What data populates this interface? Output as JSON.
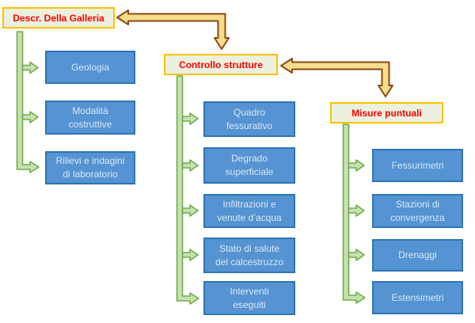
{
  "diagram": {
    "columns": [
      {
        "header": "Descr. Della Galleria",
        "items": [
          "Geologia",
          [
            "Modalità",
            "costruttive"
          ],
          [
            "Rilievi e indagini",
            "di laboratorio"
          ]
        ]
      },
      {
        "header": "Controllo strutture",
        "items": [
          [
            "Quadro",
            "fessurativo"
          ],
          [
            "Degrado",
            "superficiale"
          ],
          [
            "Infiltrazioni e",
            "venute d’acqua"
          ],
          [
            "Stato di salute",
            "del calcestruzzo"
          ],
          [
            "Interventi",
            "eseguiti"
          ]
        ]
      },
      {
        "header": "Misure puntuali",
        "items": [
          "Fessurimetri",
          [
            "Stazioni di",
            "convergenza"
          ],
          "Drenaggi",
          "Estensimetri"
        ]
      }
    ],
    "flow_arrows": [
      {
        "from": "Controllo strutture",
        "to": "Descr. Della Galleria"
      },
      {
        "from": "Misure puntuali",
        "to": "Controllo strutture"
      }
    ],
    "colors": {
      "header_fill": "#EBF1DE",
      "header_border": "#FFC000",
      "header_text": "#FF0000",
      "item_fill": "#5593D2",
      "item_border": "#2E75B5",
      "item_text": "#D9E8F6",
      "connector_fill": "#C6E0B4",
      "connector_stroke": "#6FAE44",
      "flow_arrow_fill": "#F6DD8D",
      "flow_arrow_stroke": "#8A4A12"
    }
  }
}
